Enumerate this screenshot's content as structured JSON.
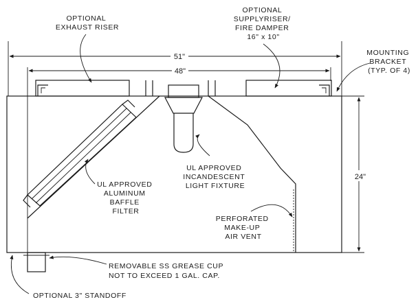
{
  "labels": {
    "exhaust_riser": [
      "OPTIONAL",
      "EXHAUST RISER"
    ],
    "supply_riser": [
      "OPTIONAL",
      "SUPPLYRISER/",
      "FIRE DAMPER",
      "16\" x 10\""
    ],
    "mounting_bracket": [
      "MOUNTING",
      "BRACKET",
      "(TYP. OF 4)"
    ],
    "baffle_filter": [
      "UL APPROVED",
      "ALUMINUM",
      "BAFFLE",
      "FILTER"
    ],
    "light_fixture": [
      "UL APPROVED",
      "INCANDESCENT",
      "LIGHT FIXTURE"
    ],
    "makeup_vent": [
      "PERFORATED",
      "MAKE-UP",
      "AIR VENT"
    ],
    "grease_cup": [
      "REMOVABLE SS GREASE CUP",
      "NOT TO EXCEED 1 GAL. CAP."
    ],
    "standoff": "OPTIONAL 3\" STANDOFF"
  },
  "dimensions": {
    "overall_width": "51\"",
    "inner_width": "48\"",
    "height": "24\""
  }
}
